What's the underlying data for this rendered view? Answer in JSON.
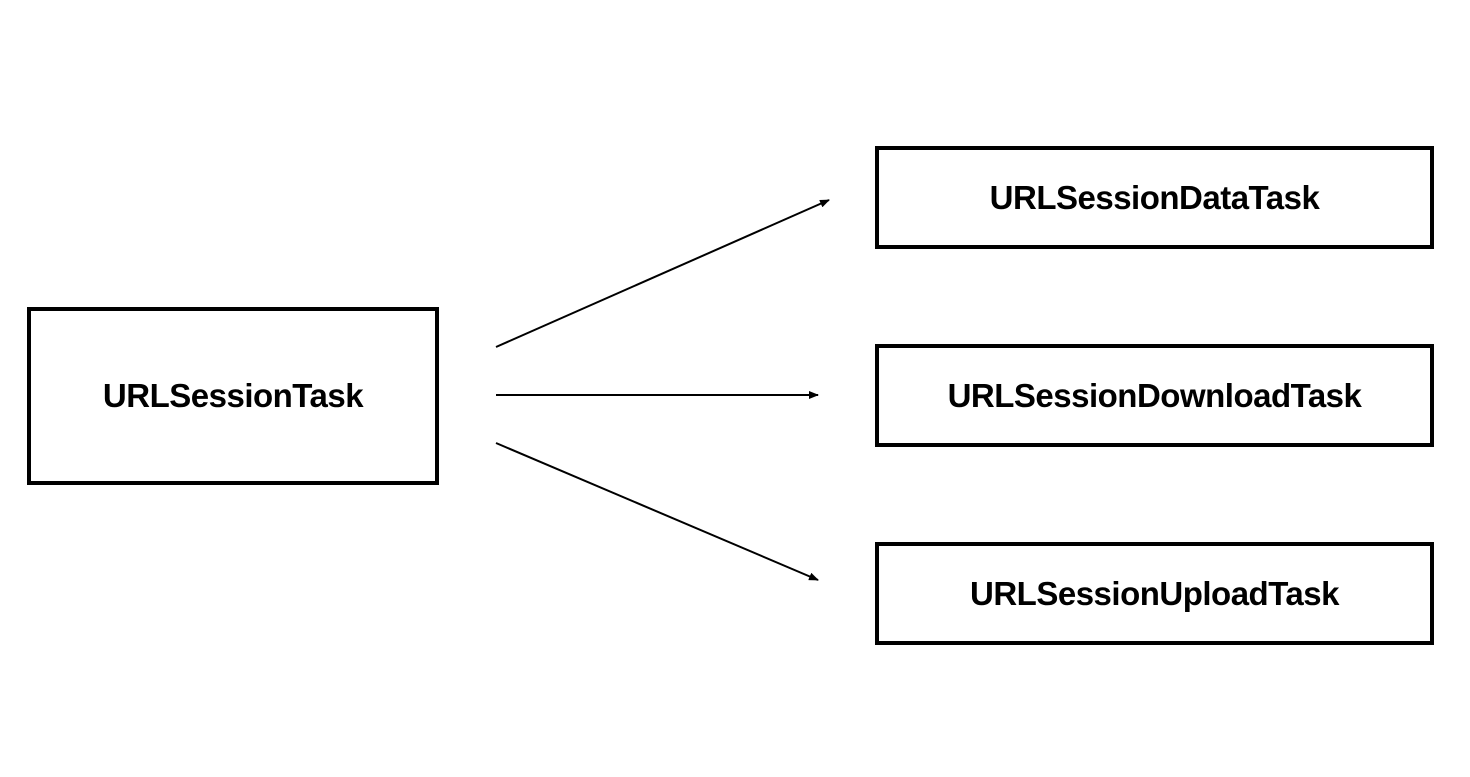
{
  "diagram": {
    "root": {
      "label": "URLSessionTask"
    },
    "children": [
      {
        "label": "URLSessionDataTask"
      },
      {
        "label": "URLSessionDownloadTask"
      },
      {
        "label": "URLSessionUploadTask"
      }
    ],
    "colors": {
      "stroke": "#000000",
      "background": "#ffffff",
      "text": "#000000"
    }
  }
}
